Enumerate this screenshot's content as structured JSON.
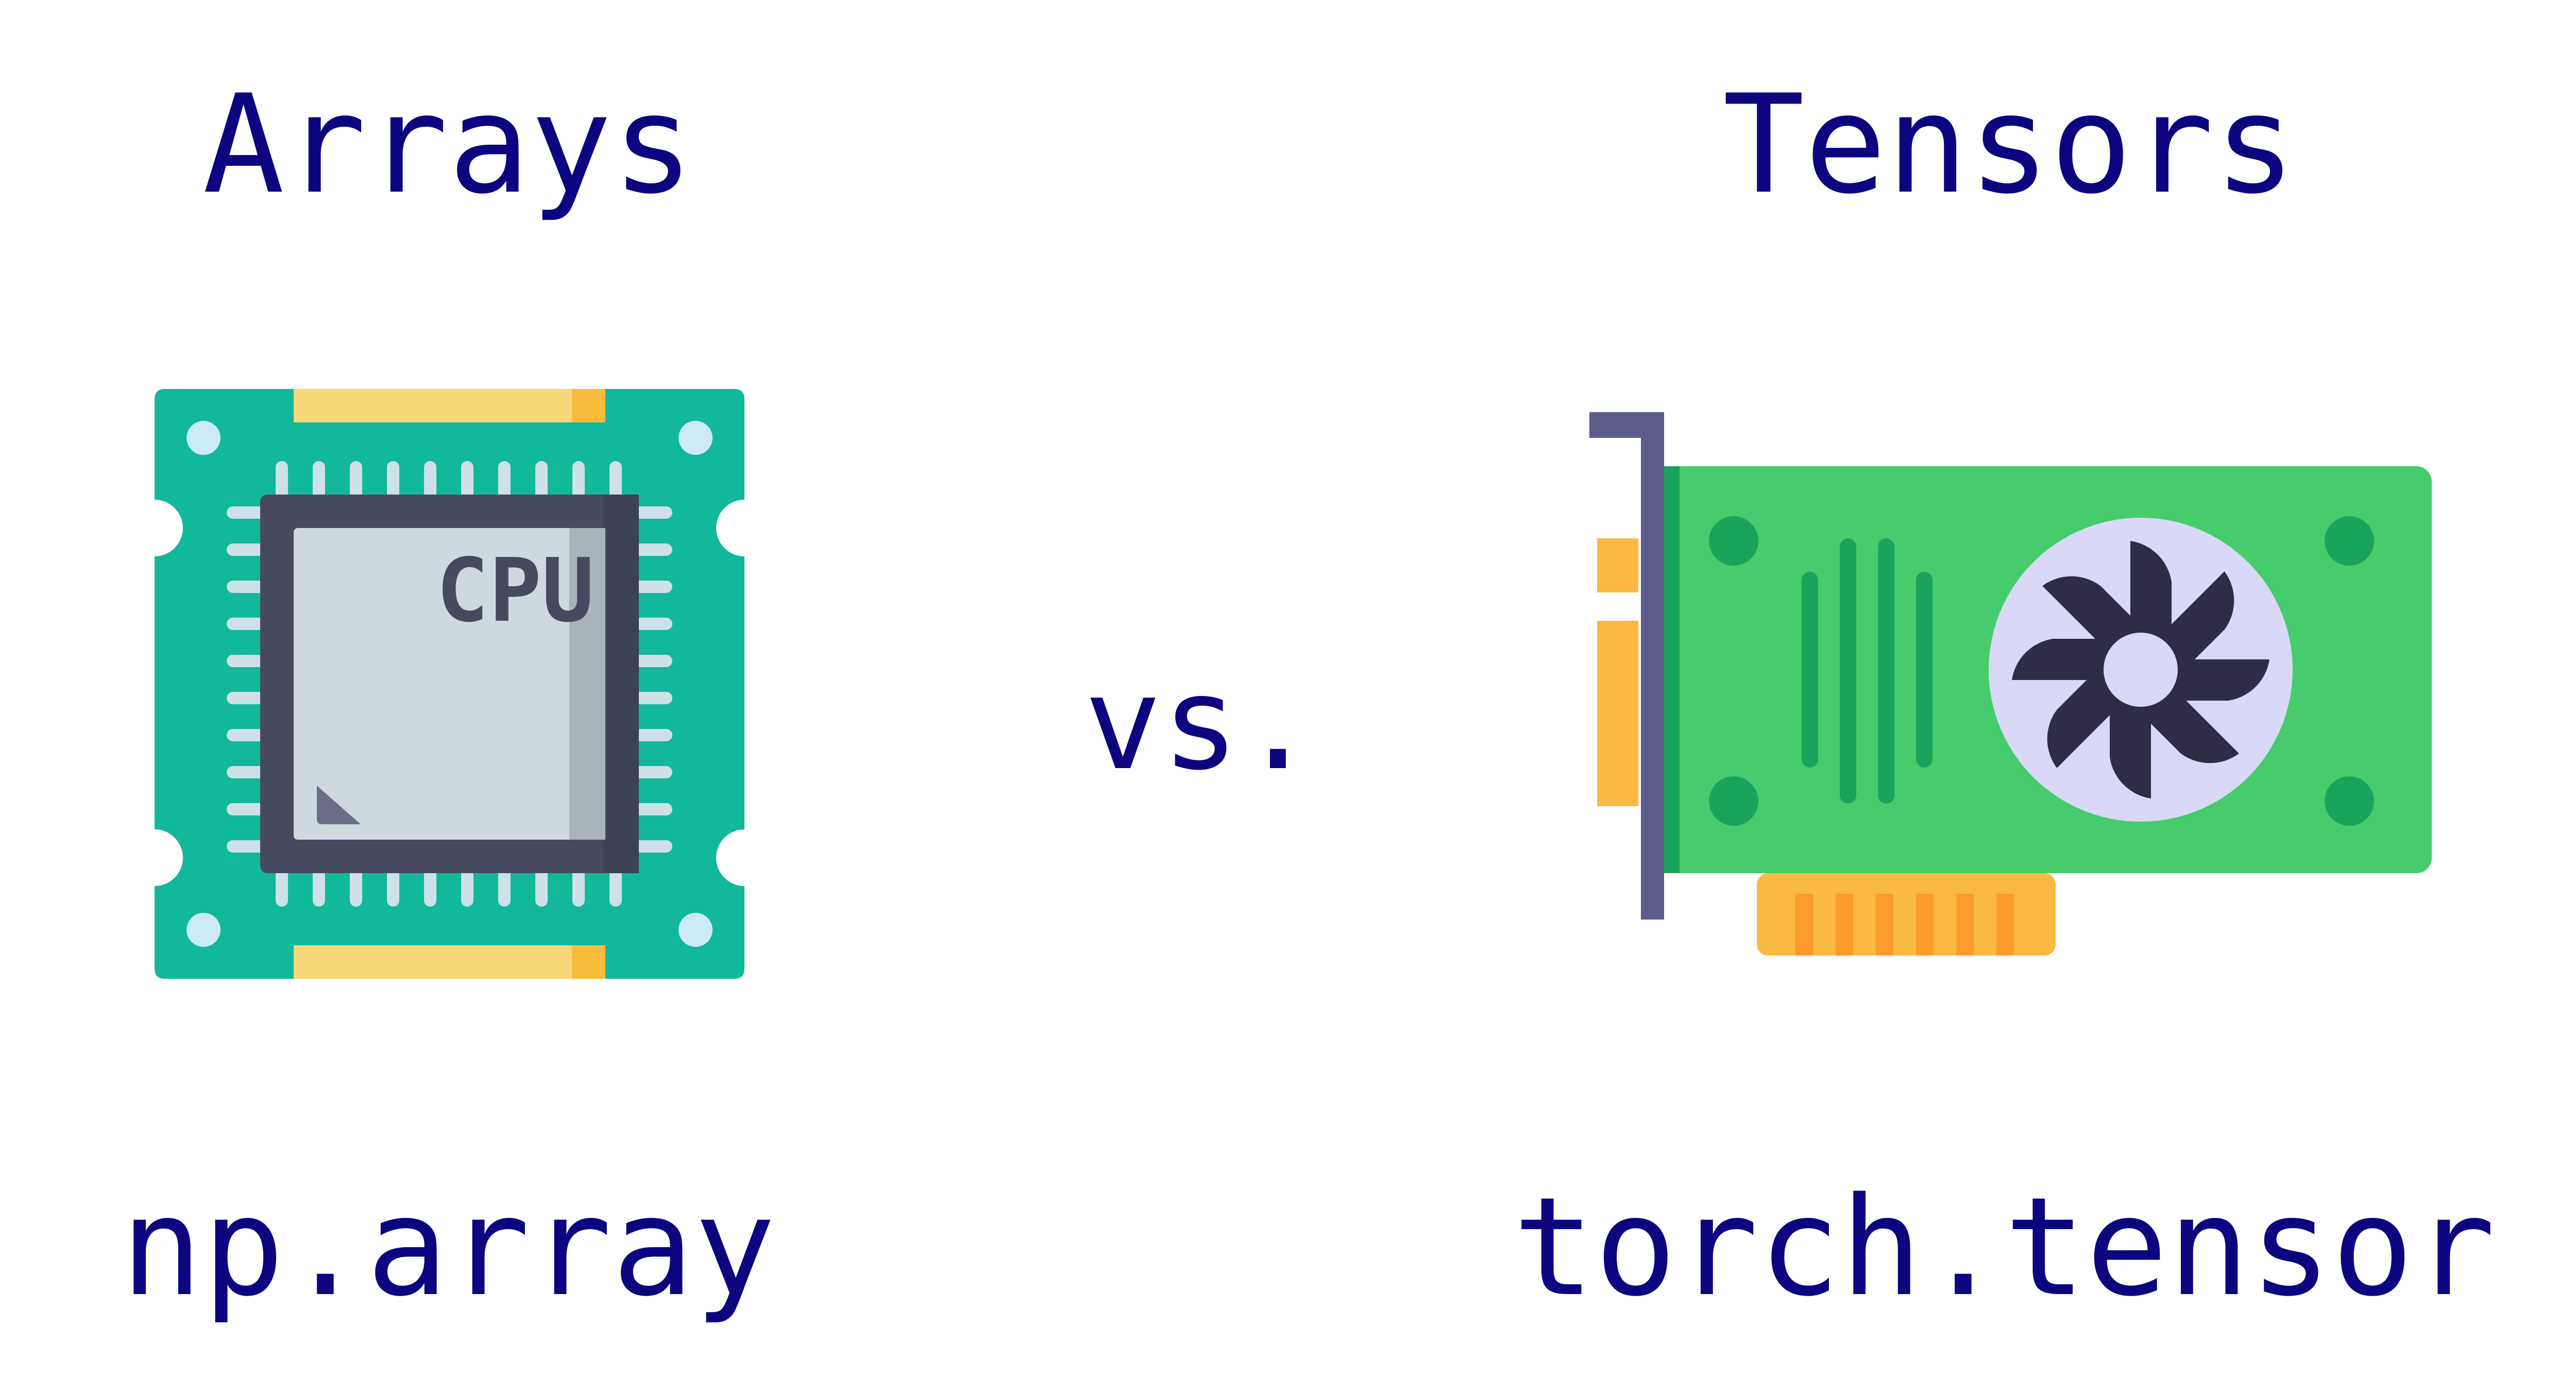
{
  "left": {
    "heading": "Arrays",
    "code": "np.array",
    "icon": "cpu-chip-icon",
    "chip_text": "CPU"
  },
  "right": {
    "heading": "Tensors",
    "code": "torch.tensor",
    "icon": "gpu-card-icon"
  },
  "separator": "vs.",
  "colors": {
    "text": "#0d0580",
    "cpu_board": "#12b89a",
    "cpu_die_frame": "#464a5e",
    "cpu_die_face": "#cdd9df",
    "cpu_contact": "#f8d779",
    "gpu_board": "#46cc6c",
    "gpu_board_dark": "#1aa35a",
    "gpu_bracket": "#5c5d8c",
    "gpu_connector": "#f9b943",
    "gpu_fan_ring": "#d9d8f6",
    "gpu_fan_blade": "#2f2c45"
  }
}
